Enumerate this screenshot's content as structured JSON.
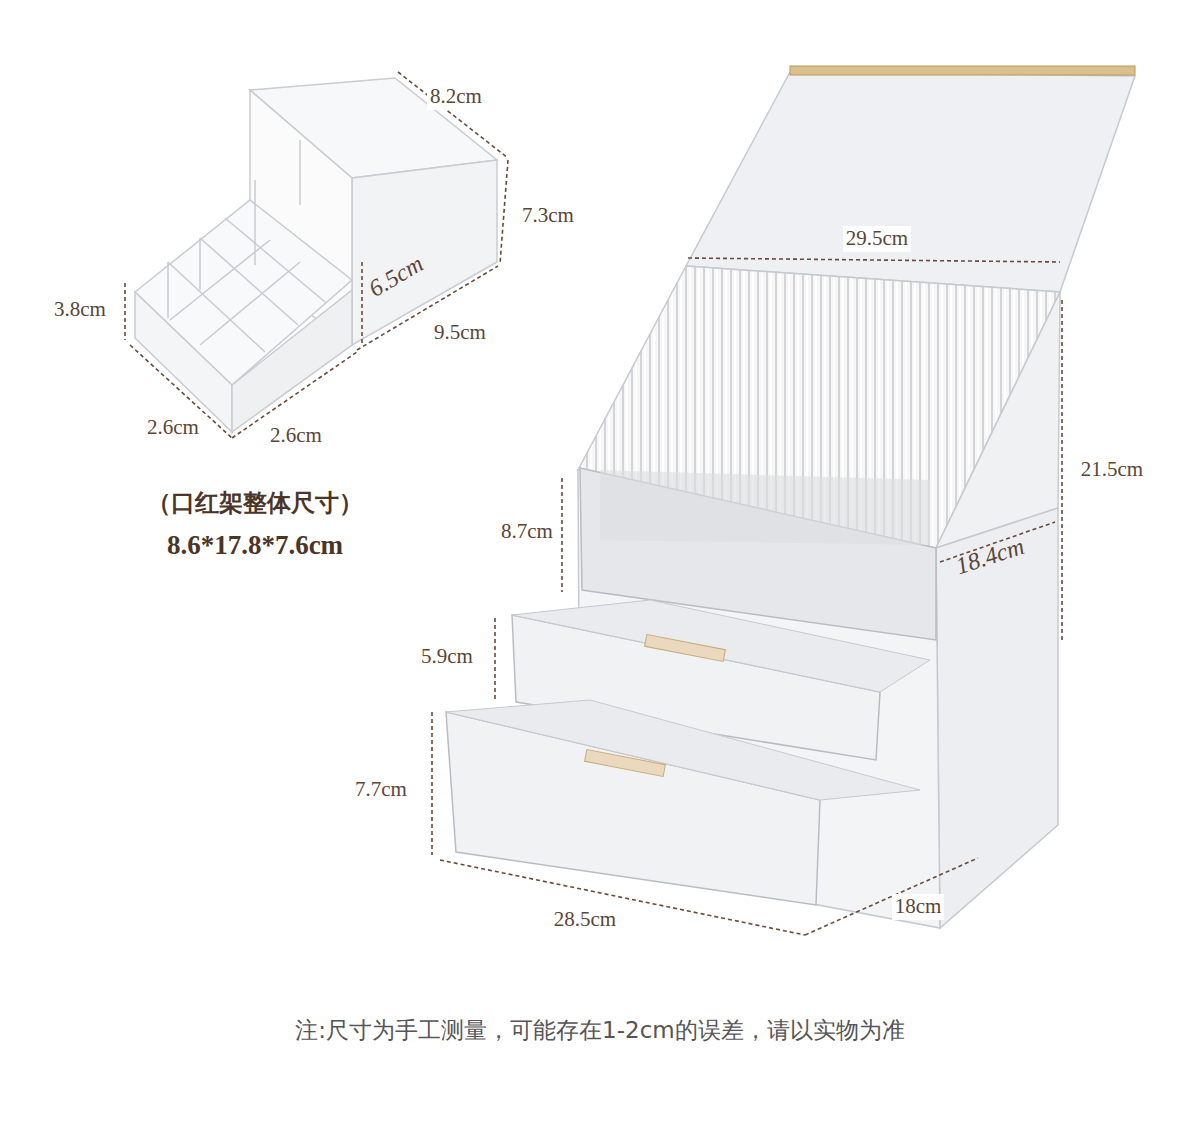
{
  "diagram": {
    "caption": "注:尺寸为手工测量，可能存在1-2cm的误差，请以实物为准",
    "labels": [
      "8.2cm",
      "7.3cm",
      "6.5cm",
      "3.8cm",
      "9.5cm",
      "2.6cm",
      "2.6cm",
      "（口红架整体尺寸）",
      "8.6*17.8*7.6cm",
      "29.5cm",
      "21.5cm",
      "8.7cm",
      "18.4cm",
      "5.9cm",
      "7.7cm",
      "28.5cm",
      "18cm"
    ]
  }
}
